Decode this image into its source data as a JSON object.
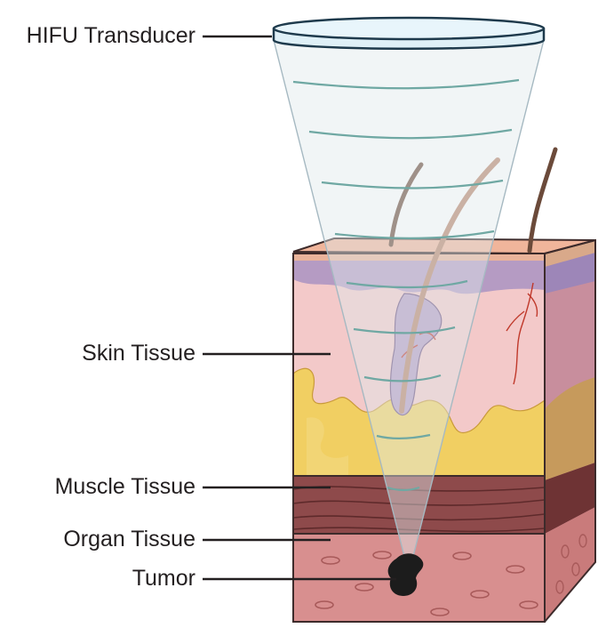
{
  "labels": {
    "transducer": "HIFU Transducer",
    "skin": "Skin Tissue",
    "muscle": "Muscle Tissue",
    "organ": "Organ Tissue",
    "tumor": "Tumor"
  },
  "colors": {
    "outline": "#3d2b2b",
    "beam": "#dfe9ec",
    "wave": "#6fa8a3",
    "epidermis": "#e9b39a",
    "basal": "#b59bc3",
    "dermis": "#f3c9c9",
    "fat": "#f1cf62",
    "muscle": "#8e4a4b",
    "organ": "#d88f8f",
    "tumor": "#1c1c1c",
    "hair": "#6b4a3a",
    "vessel": "#c0392b"
  }
}
